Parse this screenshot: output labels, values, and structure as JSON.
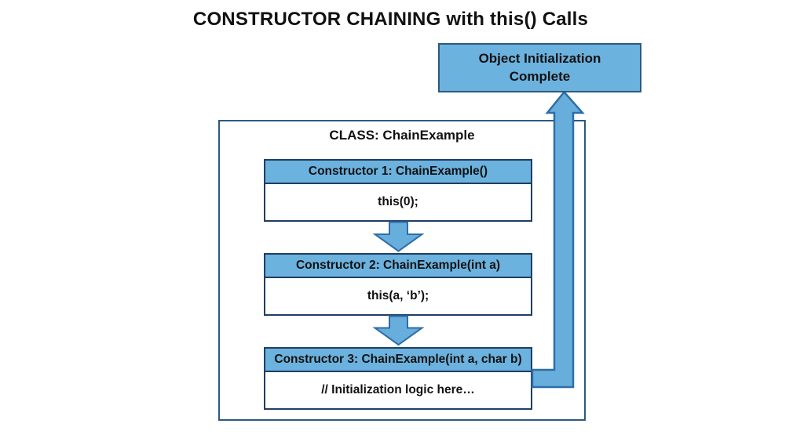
{
  "title": "CONSTRUCTOR CHAINING with this() Calls",
  "complete_box": {
    "line1": "Object Initialization",
    "line2": "Complete"
  },
  "class_box": {
    "label": "CLASS: ChainExample"
  },
  "constructors": [
    {
      "header": "Constructor 1: ChainExample()",
      "body": "this(0);"
    },
    {
      "header": "Constructor 2: ChainExample(int a)",
      "body": "this(a, ‘b’);"
    },
    {
      "header": "Constructor 3: ChainExample(int a, char b)",
      "body": "// Initialization logic here…"
    }
  ],
  "colors": {
    "box_fill": "#6CB2DE",
    "box_border": "#1F3E63",
    "class_border": "#2D5980",
    "arrow_fill": "#68AEDC",
    "arrow_stroke": "#2E6DA8",
    "text": "#111111",
    "background": "#FFFFFF"
  }
}
